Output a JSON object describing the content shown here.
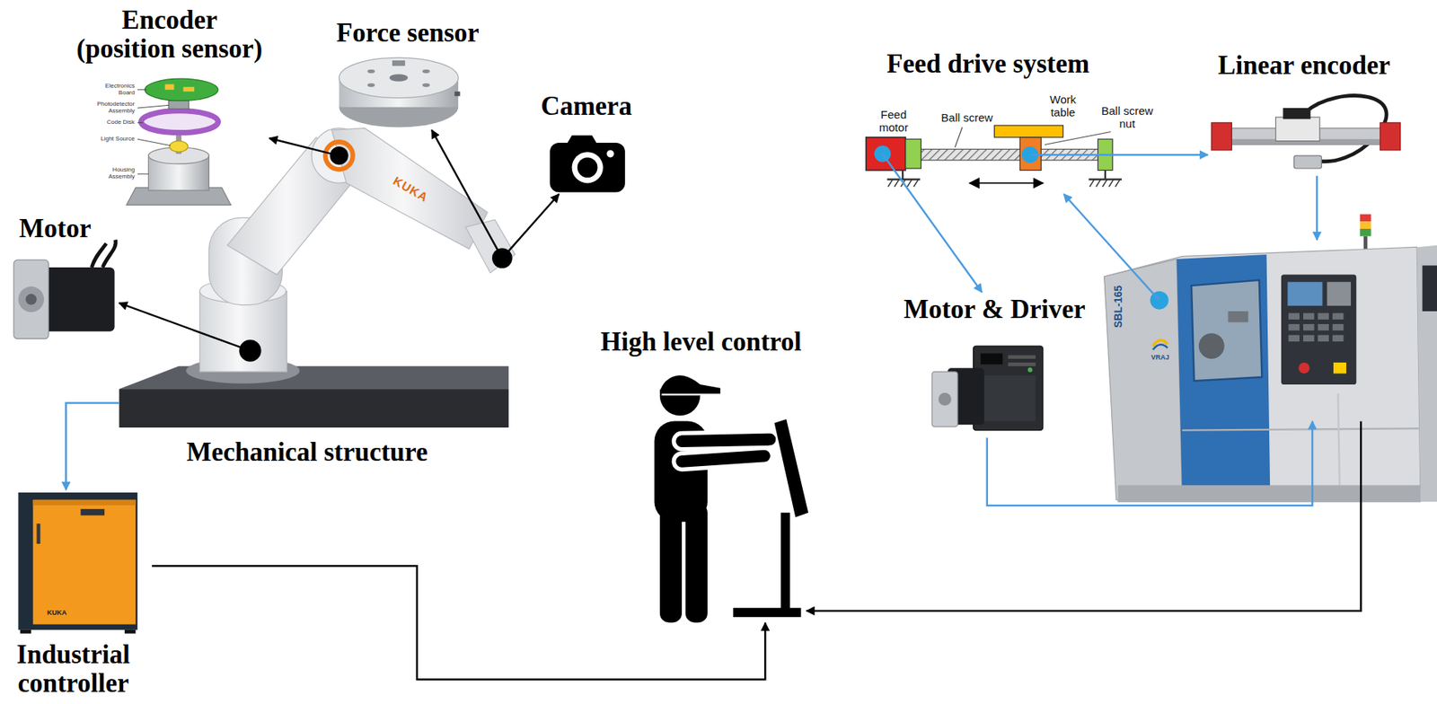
{
  "diagram": {
    "nodes": [
      {
        "text": [
          "Encoder (position sensor)"
        ]
      },
      {
        "text": [
          "Force sensor"
        ]
      },
      {
        "text": [
          "Camera"
        ]
      },
      {
        "text": [
          "Feed drive system"
        ]
      },
      {
        "text": [
          "Feed motor"
        ],
        "in": 3
      },
      {
        "text": [
          "Work table"
        ],
        "in": 3
      },
      {
        "text": [
          "Ball screw nut"
        ],
        "in": 3
      },
      {
        "text": [
          "Linear encoder"
        ]
      },
      {
        "text": [
          "Motor"
        ]
      },
      {
        "text": [
          "KUKA",
          "Mechanical structure"
        ]
      },
      {
        "text": [
          "Motor & Driver"
        ]
      },
      {
        "text": [
          "High level control"
        ]
      },
      {
        "text": [
          "SBL-165",
          "VRAJ"
        ]
      },
      {
        "text": [
          "KUKA",
          "Industrial controller"
        ]
      }
    ],
    "edges": [
      {
        "from": 9,
        "to": 0,
        "arrow": "to"
      },
      {
        "from": 9,
        "to": 1,
        "arrow": "to"
      },
      {
        "from": 9,
        "to": 2,
        "arrow": "to"
      },
      {
        "from": 9,
        "to": 8,
        "arrow": "to"
      },
      {
        "from": 9,
        "to": 13,
        "arrow": "to"
      },
      {
        "from": 13,
        "to": 11,
        "arrow": "to"
      },
      {
        "from": 12,
        "to": 11,
        "arrow": "to"
      },
      {
        "from": 7,
        "to": 12,
        "arrow": "to"
      },
      {
        "from": 10,
        "to": 12,
        "arrow": "to"
      },
      {
        "from": 4,
        "to": 10,
        "arrow": "to"
      },
      {
        "from": 6,
        "to": 7,
        "arrow": "to"
      },
      {
        "from": 12,
        "to": 3,
        "arrow": "to"
      }
    ],
    "labels": [
      "Ball screw",
      "Electronics Board",
      "Photodetector Assembly",
      "Code Disk",
      "Light Source",
      "Housing Assembly"
    ]
  }
}
